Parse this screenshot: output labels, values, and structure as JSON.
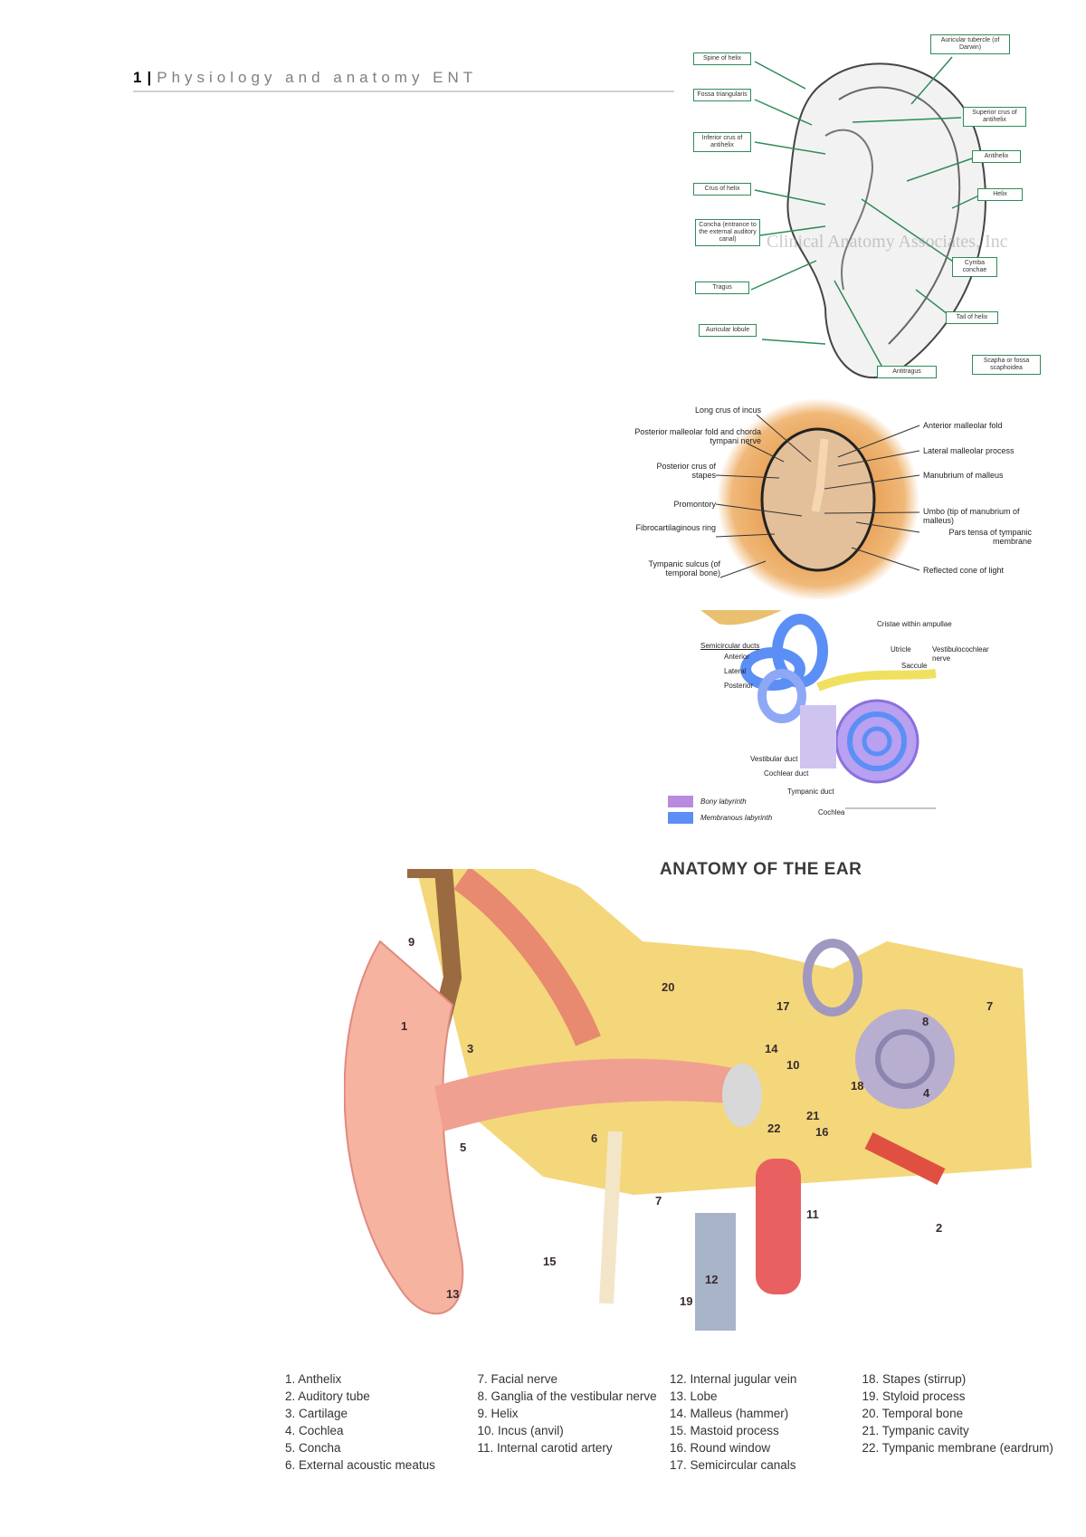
{
  "header": {
    "page_number": "1",
    "separator": "|",
    "title": "Physiology and anatomy ENT"
  },
  "auricle_figure": {
    "watermark": "Clinical Anatomy Associates, Inc",
    "labels_left": [
      "Spine of helix",
      "Fossa triangularis",
      "Inferior crus of antihelix",
      "Crus of helix",
      "Concha (entrance to the external auditory canal)",
      "Tragus",
      "Auricular lobule"
    ],
    "labels_right": [
      "Auricular tubercle (of Darwin)",
      "Superior crus of antihelix",
      "Antihelix",
      "Helix",
      "Cymba conchae",
      "Tail of helix",
      "Antitragus",
      "Scapha or fossa scaphoidea"
    ]
  },
  "tympanic_figure": {
    "labels_left": [
      "Long crus of incus",
      "Posterior malleolar fold and chorda tympani nerve",
      "Posterior crus of stapes",
      "Promontory",
      "Fibrocartilaginous ring",
      "Tympanic sulcus (of temporal bone)"
    ],
    "labels_right": [
      "Anterior malleolar fold",
      "Lateral malleolar process",
      "Manubrium of malleus",
      "Umbo (tip of manubrium of malleus)",
      "Pars tensa of tympanic membrane",
      "Reflected cone of light"
    ]
  },
  "inner_ear_figure": {
    "heading": "Semicircular ducts",
    "labels": [
      "Anterior",
      "Lateral",
      "Posterior",
      "Cristae within ampullae",
      "Utricle",
      "Saccule",
      "Vestibulocochlear nerve",
      "Vestibular duct",
      "Cochlear duct",
      "Tympanic duct",
      "Cochlea"
    ],
    "key": [
      {
        "label": "Bony labyrinth",
        "color": "#b98be0"
      },
      {
        "label": "Membranous labyrinth",
        "color": "#5b8ff5"
      }
    ]
  },
  "anatomy_figure": {
    "title": "ANATOMY OF THE EAR",
    "numbers": [
      "9",
      "1",
      "3",
      "20",
      "17",
      "7",
      "8",
      "14",
      "10",
      "18",
      "4",
      "22",
      "21",
      "16",
      "5",
      "6",
      "7",
      "11",
      "2",
      "15",
      "12",
      "13",
      "19"
    ],
    "legend": [
      [
        "1. Anthelix",
        "2. Auditory tube",
        "3. Cartilage",
        "4. Cochlea",
        "5. Concha",
        "6. External acoustic meatus"
      ],
      [
        "7. Facial nerve",
        "8. Ganglia of the vestibular nerve",
        "9. Helix",
        "10. Incus (anvil)",
        "11. Internal carotid artery"
      ],
      [
        "12. Internal jugular vein",
        "13. Lobe",
        "14. Malleus (hammer)",
        "15. Mastoid process",
        "16. Round window",
        "17. Semicircular canals"
      ],
      [
        "18. Stapes (stirrup)",
        "19. Styloid process",
        "20. Temporal bone",
        "21. Tympanic cavity",
        "22. Tympanic membrane (eardrum)"
      ]
    ]
  }
}
